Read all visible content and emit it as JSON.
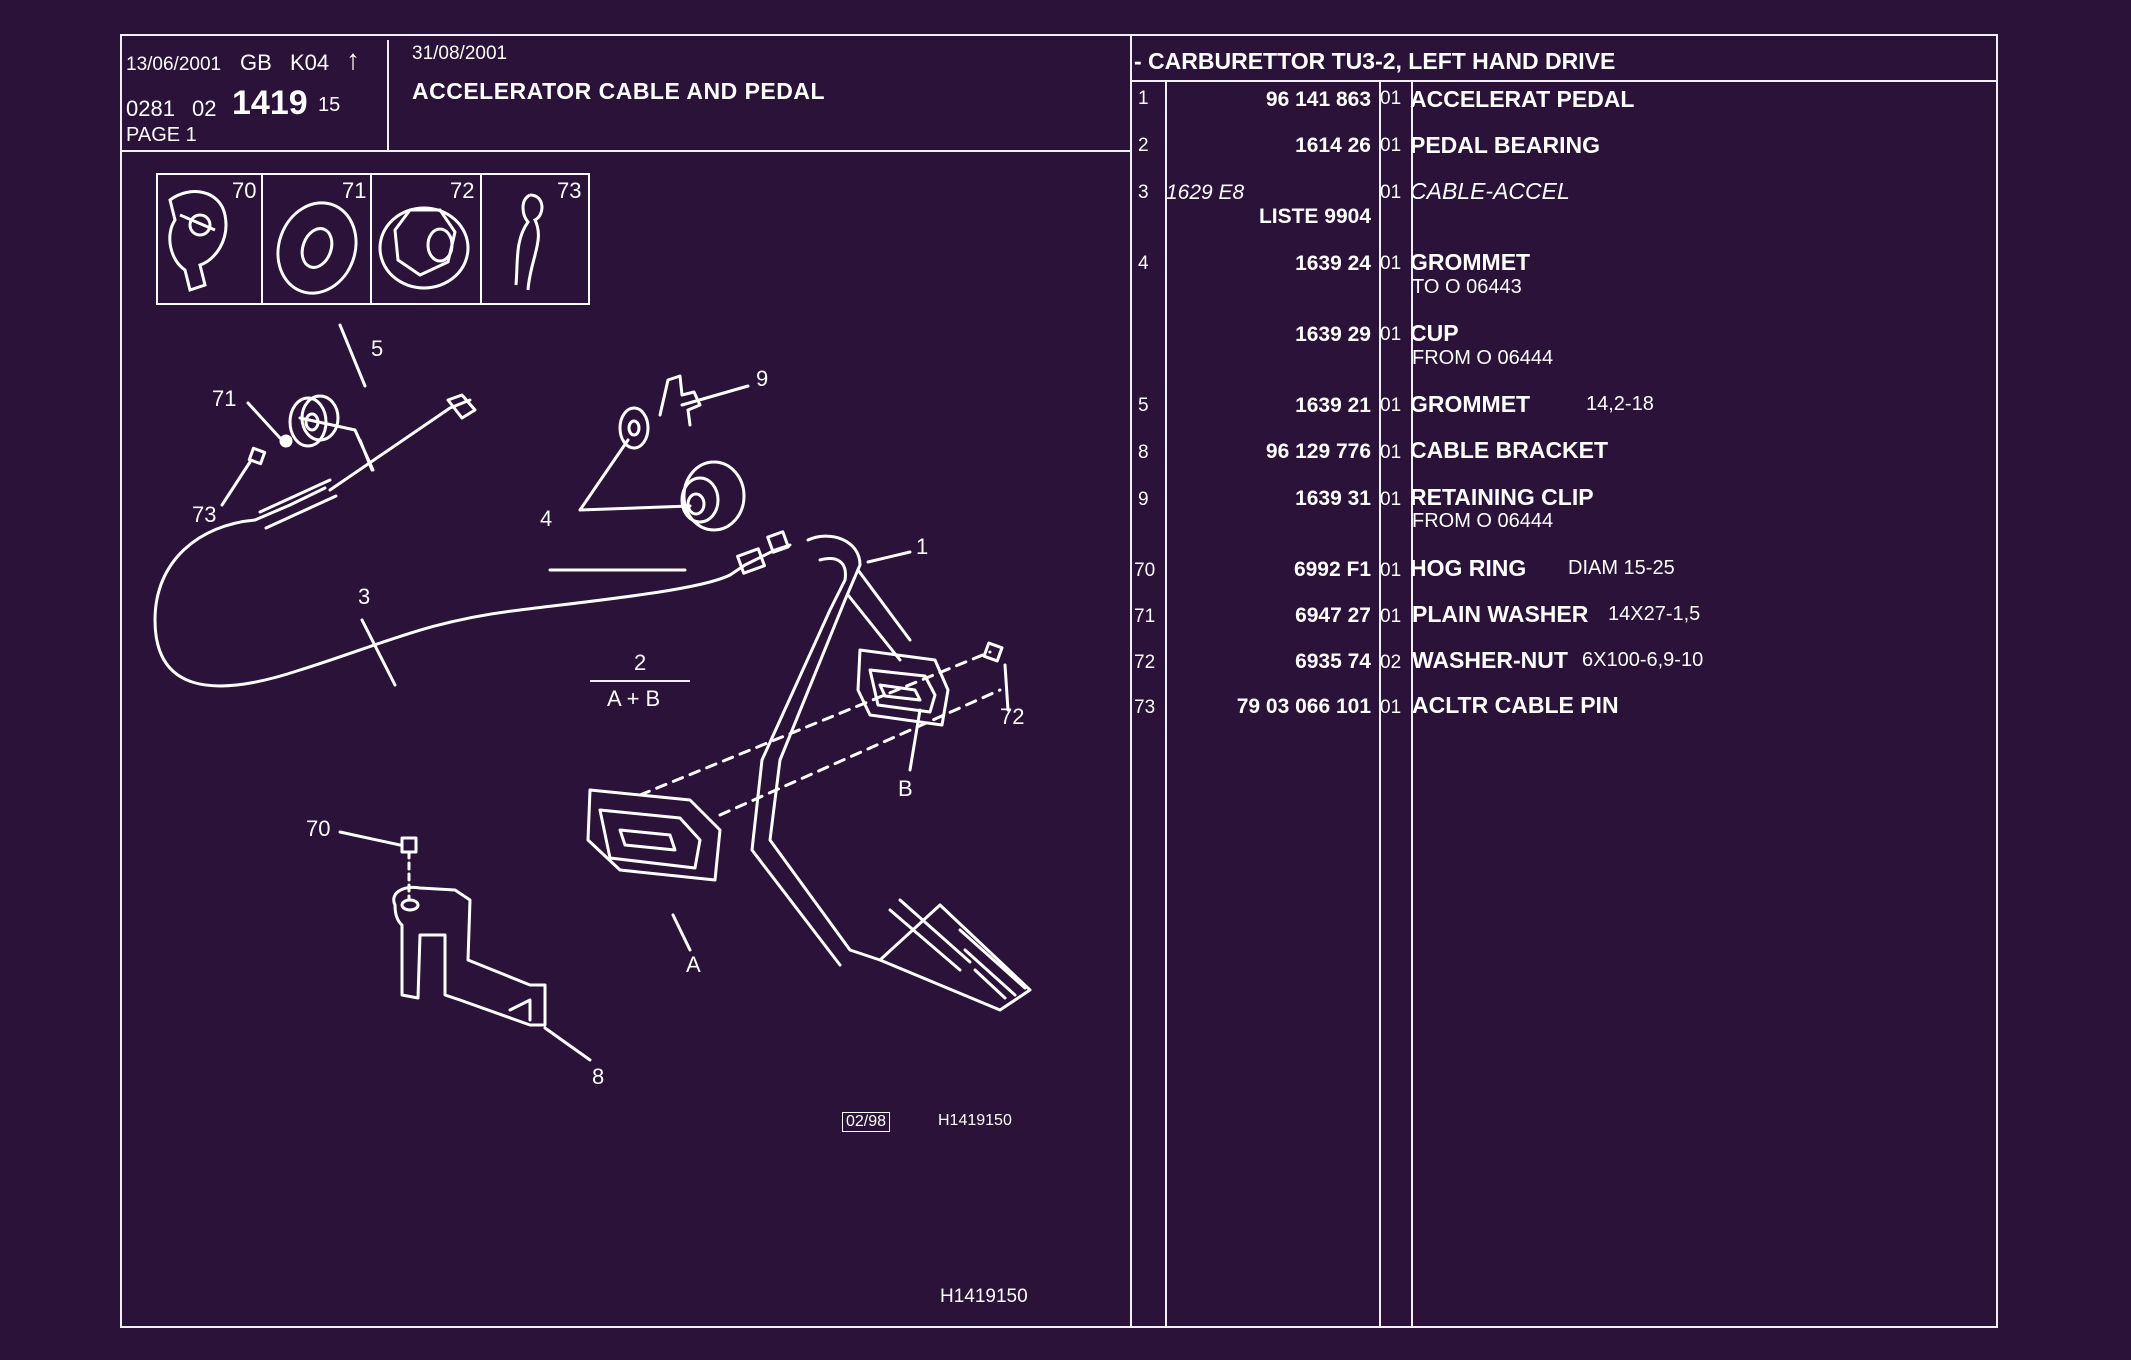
{
  "header": {
    "print_date": "13/06/2001",
    "region": "GB",
    "code": "K04",
    "arrow_icon": "up-arrow-icon",
    "ref_prefix": "0281",
    "ref_group": "02",
    "ref_number": "1419",
    "ref_suffix": "15",
    "page": "PAGE 1",
    "edition_date": "31/08/2001",
    "title": "ACCELERATOR CABLE AND PEDAL",
    "application": "- CARBURETTOR TU3-2, LEFT HAND DRIVE"
  },
  "thumbnails": [
    {
      "num": "70",
      "icon": "hog-ring-icon"
    },
    {
      "num": "71",
      "icon": "plain-washer-icon"
    },
    {
      "num": "72",
      "icon": "washer-nut-icon"
    },
    {
      "num": "73",
      "icon": "cable-pin-icon"
    }
  ],
  "callouts": {
    "c1": "1",
    "c3": "3",
    "c4": "4",
    "c5": "5",
    "c8": "8",
    "c9": "9",
    "c70": "70",
    "c71": "71",
    "c72": "72",
    "c73": "73",
    "cA": "A",
    "cB": "B",
    "fraction_top": "2",
    "fraction_bottom": "A + B"
  },
  "drawing_refs": {
    "version": "02/98",
    "ref_small": "H1419150",
    "ref_bottom": "H1419150"
  },
  "parts": [
    {
      "item": "1",
      "ref": "96 141 863",
      "qty": "01",
      "name": "ACCELERAT PEDAL",
      "spec": "",
      "note": ""
    },
    {
      "item": "2",
      "ref": "1614 26",
      "qty": "01",
      "name": "PEDAL BEARING",
      "spec": "",
      "note": ""
    },
    {
      "item": "3",
      "ref": "1629 E8",
      "ref2": "LISTE 9904",
      "qty": "01",
      "name": "CABLE-ACCEL",
      "spec": "",
      "note": ""
    },
    {
      "item": "4",
      "ref": "1639 24",
      "qty": "01",
      "name": "GROMMET",
      "spec": "",
      "note": "TO  O  06443"
    },
    {
      "item": "",
      "ref": "1639 29",
      "qty": "01",
      "name": "CUP",
      "spec": "",
      "note": "FROM  O  06444"
    },
    {
      "item": "5",
      "ref": "1639 21",
      "qty": "01",
      "name": "GROMMET",
      "spec": "14,2-18",
      "note": ""
    },
    {
      "item": "8",
      "ref": "96 129 776",
      "qty": "01",
      "name": "CABLE BRACKET",
      "spec": "",
      "note": ""
    },
    {
      "item": "9",
      "ref": "1639 31",
      "qty": "01",
      "name": "RETAINING CLIP",
      "spec": "",
      "note": "FROM  O  06444"
    },
    {
      "item": "70",
      "ref": "6992 F1",
      "qty": "01",
      "name": "HOG RING",
      "spec": "DIAM  15-25",
      "note": ""
    },
    {
      "item": "71",
      "ref": "6947 27",
      "qty": "01",
      "name": "PLAIN WASHER",
      "spec": "14X27-1,5",
      "note": ""
    },
    {
      "item": "72",
      "ref": "6935 74",
      "qty": "02",
      "name": "WASHER-NUT",
      "spec": "6X100-6,9-10",
      "note": ""
    },
    {
      "item": "73",
      "ref": "79 03 066 101",
      "qty": "01",
      "name": "ACLTR CABLE PIN",
      "spec": "",
      "note": ""
    }
  ]
}
